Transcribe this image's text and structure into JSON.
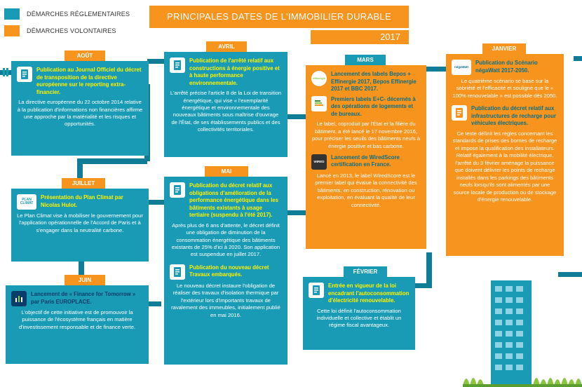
{
  "legend": {
    "regulatory": {
      "label": "DÉMARCHES RÉGLEMENTAIRES",
      "color": "#1a9bb5"
    },
    "voluntary": {
      "label": "DÉMARCHES VOLONTAIRES",
      "color": "#f7941d"
    }
  },
  "title": "PRINCIPALES DATES DE L'IMMOBILIER DURABLE",
  "year": "2017",
  "aout": {
    "month": "AOÛT",
    "headline": "Publication au Journal Officiel du décret de transposition de la directive européenne sur le reporting extra-financier.",
    "body": "La directive européenne du 22 octobre 2014 relative à la publication d'informations non financières affirme une approche par la matérialité et les risques et opportunités."
  },
  "juillet": {
    "month": "JUILLET",
    "headline": "Présentation du Plan Climat par Nicolas Hulot.",
    "body": "Le Plan Climat vise à mobiliser le gouvernement pour l'application opérationnelle de l'Accord de Paris et à s'engager dans la neutralité carbone.",
    "logo_text": "PLAN CLIMAT"
  },
  "juin": {
    "month": "JUIN",
    "headline": "Lancement de « Finance for Tomorrow » par Paris EUROPLACE.",
    "body": "L'objectif de cette initiative est de promouvoir la puissance de l'écosystème français en matière d'investissement responsable et de finance verte."
  },
  "avril": {
    "month": "AVRIL",
    "headline": "Publication de l'arrêté relatif aux constructions à énergie positive et à haute performance environnementale.",
    "body": "L'arrêté précise l'article 8 de la Loi de transition énergétique, qui vise « l'exemplarité énergétique et environnementale des nouveaux bâtiments sous maîtrise d'ouvrage de l'État, de ses établissements publics et des collectivités territoriales."
  },
  "mai": {
    "month": "MAI",
    "headline1": "Publication du décret relatif aux obligations d'amélioration de la performance énergétique dans les bâtiments existants à usage tertiaire (suspendu à l'été 2017).",
    "body1": "Après plus de 6 ans d'attente, le décret définit une obligation de diminution de la consommation énergétique des bâtiments existants de 25% d'ici à 2020. Son application est suspendue en juillet 2017.",
    "headline2": "Publication du nouveau décret Travaux embarqués.",
    "body2": "Le nouveau décret instaure l'obligation de réaliser des travaux d'isolation thermique par l'extérieur lors d'importants travaux de ravalement des immeubles, initialement publié en mai 2016."
  },
  "mars": {
    "month": "MARS",
    "headline1": "Lancement des labels Bepos + Effinergie 2017, Bepos Effinergie 2017 et BBC 2017.",
    "headline2": "Premiers labels E+C- décernés à des opérations de logements et de bureaux.",
    "body2": "Le label, coproduit par l'État et la filière du bâtiment, a été lancé le 17 novembre 2016, pour préciser les seuils des bâtiments neufs à énergie positive et bas carbone.",
    "headline3": "Lancement de WiredScore certification en France.",
    "body3": "Lancé en 2013, le label WiredScore est le premier label qui évalue la connectivité des bâtiments, en construction, rénovation ou exploitation, en évaluant la qualité de leur connectivité.",
    "effinergie_text": "effinergie",
    "wired_text": "WIRED"
  },
  "janvier": {
    "month": "JANVIER",
    "headline1": "Publication du Scénario négaWatt 2017-2050.",
    "body1": "Le quatrième scénario se base sur la sobriété et l'efficacité et souligne que le « 100% renouvelable » est possible dès 2050.",
    "headline2": "Publication du décret relatif aux infrastructures de recharge pour véhicules électriques.",
    "body2": "Ce texte définit les règles concernant les standards de prises des bornes de recharge et impose la qualification des installateurs. Relatif également à la mobilité électrique, l'arrêté du 3 février aménage la puissance que doivent délivrer les points de recharge installés dans les parkings des bâtiments neufs lorsqu'ils sont alimentés par une source locale de production ou de stockage d'énergie renouvelable.",
    "negawatt_text": "négaWatt"
  },
  "fevrier": {
    "month": "FÉVRIER",
    "headline": "Entrée en vigueur de la loi encadrant l'autoconsommation d'électricité renouvelable.",
    "body": "Cette loi définit l'autoconsommation individuelle et collective et établit un régime fiscal avantageux."
  }
}
